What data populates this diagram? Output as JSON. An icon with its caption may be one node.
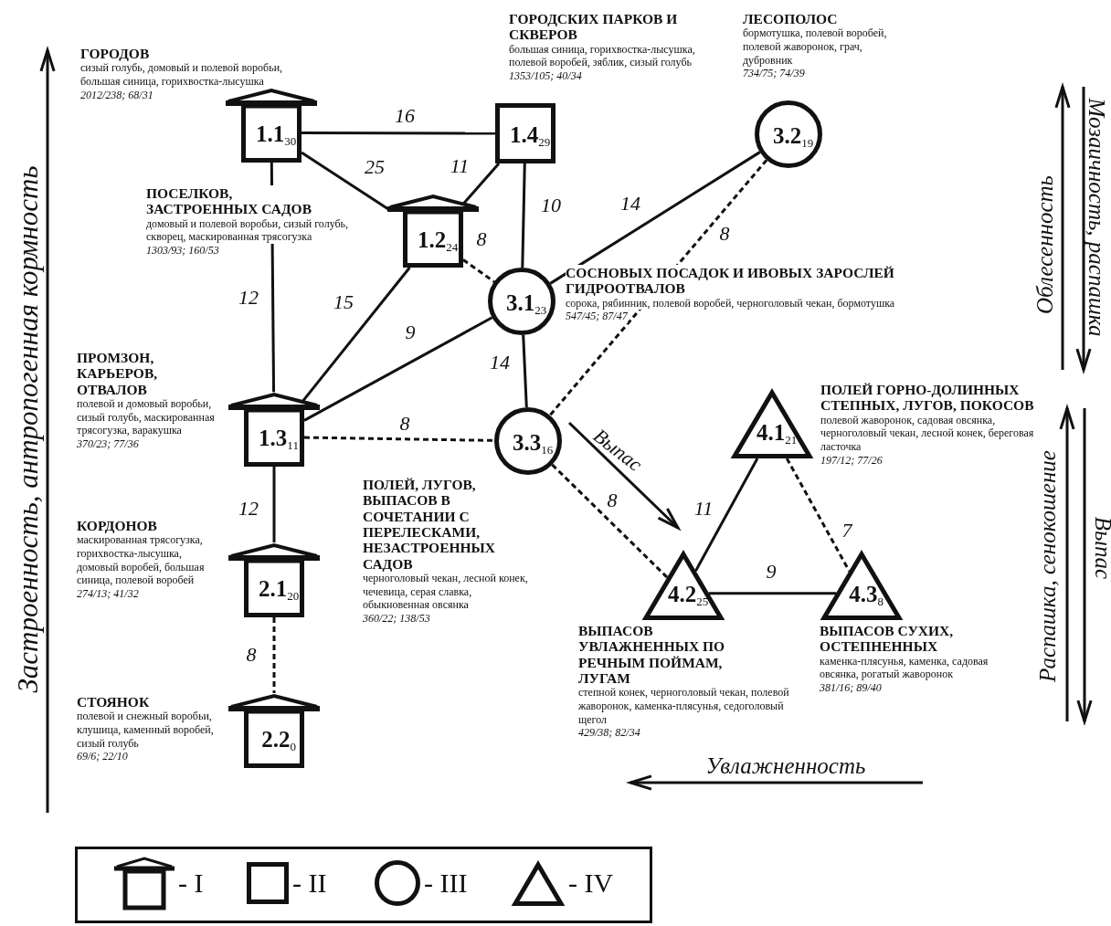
{
  "diagram": {
    "nodes": [
      {
        "text": [
          "1.1$_{30}$"
        ],
        "beside": [
          "ГОРОДОВ",
          "сизый голубь, домовый и полевой воробьи, большая синица, горихвостка-лысушка",
          "2012/238; 68/31"
        ]
      },
      {
        "text": [
          "1.2$_{24}$"
        ],
        "beside": [
          "ПОСЕЛКОВ, ЗАСТРОЕННЫХ САДОВ",
          "домовый и полевой воробьи, сизый голубь, скворец, маскированная трясогузка",
          "1303/93; 160/53"
        ]
      },
      {
        "text": [
          "1.3$_{11}$"
        ],
        "beside": [
          "ПРОМЗОН, КАРЬЕРОВ, ОТВАЛОВ",
          "полевой и домовый воробьи, сизый голубь, маскированная трясогузка, варакушка",
          "370/23; 77/36"
        ]
      },
      {
        "text": [
          "1.4$_{29}$"
        ],
        "beside": [
          "ГОРОДСКИХ ПАРКОВ И СКВЕРОВ",
          "большая синица, горихвостка-лысушка, полевой воробей, зяблик, сизый голубь",
          "1353/105; 40/34"
        ]
      },
      {
        "text": [
          "2.1$_{20}$"
        ],
        "beside": [
          "КОРДОНОВ",
          "маскированная трясогузка, горихвостка-лысушка, домовый воробей, большая синица, полевой воробей",
          "274/13; 41/32"
        ]
      },
      {
        "text": [
          "2.2$_{0}$"
        ],
        "beside": [
          "СТОЯНОК",
          "полевой и снежный воробьи, клушица, каменный воробей, сизый голубь",
          "69/6; 22/10"
        ]
      },
      {
        "text": [
          "3.1$_{23}$"
        ],
        "beside": [
          "СОСНОВЫХ ПОСАДОК И ИВОВЫХ ЗАРОСЛЕЙ ГИДРООТВАЛОВ",
          "сорока, рябинник, полевой воробей, черноголовый чекан, бормотушка",
          "547/45; 87/47"
        ]
      },
      {
        "text": [
          "3.2$_{19}$"
        ],
        "beside": [
          "ЛЕСОПОЛОС",
          "бормотушка, полевой воробей, полевой жаворонок, грач, дубровник",
          "734/75; 74/39"
        ]
      },
      {
        "text": [
          "3.3$_{16}$"
        ],
        "beside": [
          "ПОЛЕЙ, ЛУГОВ, ВЫПАСОВ В СОЧЕТАНИИ С ПЕРЕЛЕСКАМИ, НЕЗАСТРОЕННЫХ САДОВ",
          "черноголовый чекан, лесной конек, чечевица, серая славка, обыкновенная овсянка",
          "360/22; 138/53"
        ]
      },
      {
        "text": [
          "4.1$_{21}$"
        ],
        "beside": [
          "ПОЛЕЙ ГОРНО-ДОЛИННЫХ СТЕПНЫХ, ЛУГОВ, ПОКОСОВ",
          "полевой жаворонок, садовая овсянка, черноголовый чекан, лесной конек, береговая ласточка",
          "197/12; 77/26"
        ]
      },
      {
        "text": [
          "4.2$_{25}$"
        ],
        "beside": [
          "ВЫПАСОВ УВЛАЖНЕННЫХ ПО РЕЧНЫМ ПОЙМАМ, ЛУГАМ",
          "степной конек, черноголовый чекан, полевой жаворонок, каменка-плясунья, седоголовый щегол",
          "429/38; 82/34"
        ]
      },
      {
        "text": [
          "4.3$_{8}$"
        ],
        "beside": [
          "ВЫПАСОВ СУХИХ, ОСТЕПНЕННЫХ",
          "каменка-плясунья, каменка, садовая овсянка, рогатый жаворонок",
          "381/16; 89/40"
        ]
      }
    ],
    "edges": [
      {
        "from": 0,
        "to": 3,
        "arrow": "none",
        "label": "16"
      },
      {
        "from": 0,
        "to": 1,
        "arrow": "none",
        "label": "25"
      },
      {
        "from": 3,
        "to": 1,
        "arrow": "none",
        "label": "11"
      },
      {
        "from": 0,
        "to": 2,
        "arrow": "none",
        "label": "12"
      },
      {
        "from": 3,
        "to": 6,
        "arrow": "none",
        "label": "10"
      },
      {
        "from": 1,
        "to": 6,
        "arrow": "none",
        "label": "8",
        "style": "dashed"
      },
      {
        "from": 1,
        "to": 2,
        "arrow": "none",
        "label": "15"
      },
      {
        "from": 6,
        "to": 2,
        "arrow": "none",
        "label": "9"
      },
      {
        "from": 6,
        "to": 7,
        "arrow": "none",
        "label": "14"
      },
      {
        "from": 7,
        "to": 8,
        "arrow": "none",
        "label": "8",
        "style": "dashed"
      },
      {
        "from": 6,
        "to": 8,
        "arrow": "none",
        "label": "14"
      },
      {
        "from": 2,
        "to": 8,
        "arrow": "none",
        "label": "8",
        "style": "dashed"
      },
      {
        "from": 2,
        "to": 4,
        "arrow": "none",
        "label": "12"
      },
      {
        "from": 4,
        "to": 5,
        "arrow": "none",
        "label": "8",
        "style": "dashed"
      },
      {
        "from": 8,
        "to": 10,
        "arrow": "none",
        "label": "8",
        "style": "dashed"
      },
      {
        "from": 10,
        "to": 9,
        "arrow": "none",
        "label": "11"
      },
      {
        "from": 9,
        "to": 11,
        "arrow": "none",
        "label": "7",
        "style": "dashed"
      },
      {
        "from": 10,
        "to": 11,
        "arrow": "none",
        "label": "9"
      }
    ],
    "labels": [
      "Застроенность, антропогенная кормность",
      "Облесенность",
      "Мозаичность, распашка",
      "Выпас",
      "Распашка, сенокошение",
      "Выпас",
      "Увлажненность"
    ],
    "legend": [
      {
        "text": "- I"
      },
      {
        "text": "- II"
      },
      {
        "text": "- III"
      },
      {
        "text": "- IV"
      }
    ]
  }
}
